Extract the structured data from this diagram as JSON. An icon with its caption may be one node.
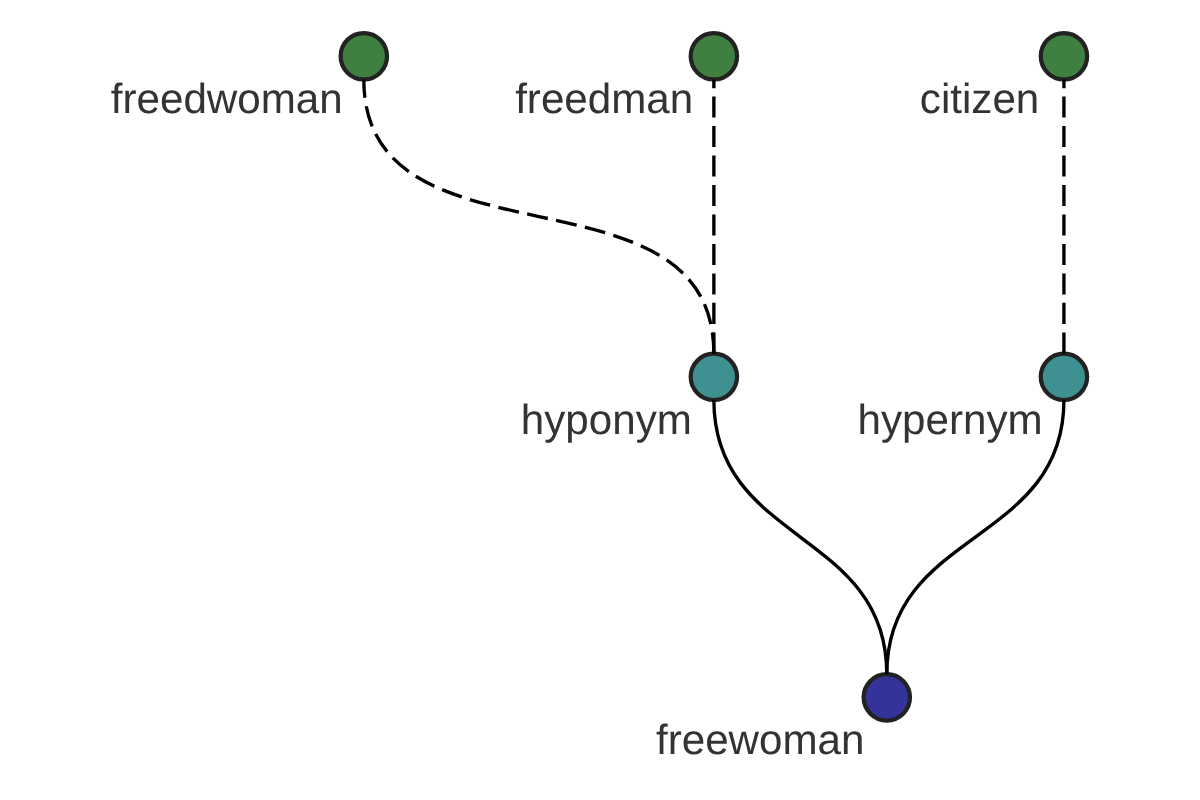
{
  "diagram": {
    "nodes": [
      {
        "text": [],
        "shape": "circle",
        "beside": [
          "freewoman"
        ]
      },
      {
        "text": [],
        "shape": "circle",
        "beside": [
          "hyponym"
        ]
      },
      {
        "text": [],
        "shape": "circle",
        "beside": [
          "freedwoman"
        ]
      },
      {
        "text": [],
        "shape": "circle",
        "beside": [
          "freedman"
        ]
      },
      {
        "text": [],
        "shape": "circle",
        "beside": [
          "hypernym"
        ]
      },
      {
        "text": [],
        "shape": "circle",
        "beside": [
          "citizen"
        ]
      }
    ],
    "edges": [
      {
        "from": 0,
        "to": 1,
        "arrow": "none"
      },
      {
        "from": 1,
        "to": 2,
        "arrow": "none",
        "style": "dashed"
      },
      {
        "from": 1,
        "to": 3,
        "arrow": "none",
        "style": "dashed"
      },
      {
        "from": 0,
        "to": 4,
        "arrow": "none"
      },
      {
        "from": 4,
        "to": 5,
        "arrow": "none",
        "style": "dashed"
      }
    ]
  }
}
